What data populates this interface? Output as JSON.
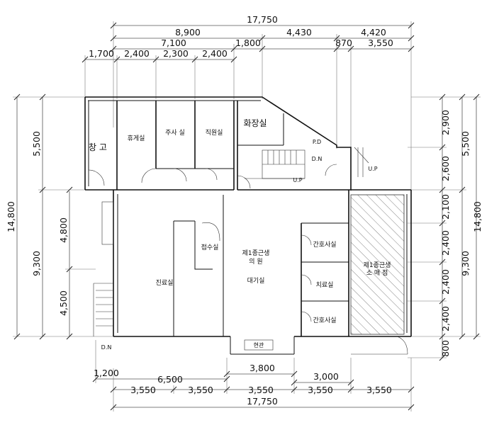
{
  "top_dimensions": {
    "row1": [
      "17,750"
    ],
    "row2": [
      "8,900",
      "4,430",
      "4,420"
    ],
    "row3": [
      "7,100",
      "1,800",
      "870",
      "3,550"
    ],
    "row4": [
      "1,700",
      "2,400",
      "2,300",
      "2,400"
    ]
  },
  "bottom_dimensions": {
    "row1": [
      "1,200",
      "6,500"
    ],
    "row2": [
      "3,800",
      "3,000"
    ],
    "row3": [
      "3,550",
      "3,550",
      "3,550",
      "3,550",
      "3,550"
    ],
    "row4": [
      "17,750"
    ]
  },
  "left_dimensions": {
    "outer": [
      "14,800"
    ],
    "mid": [
      "5,500",
      "9,300"
    ],
    "inner": [
      "4,800",
      "4,500"
    ]
  },
  "right_dimensions": {
    "inner": [
      "2,900",
      "2,600",
      "2,100",
      "2,400",
      "2,400",
      "2,400",
      "800"
    ],
    "mid": [
      "5,500",
      "9,300"
    ],
    "outer": [
      "14,800"
    ]
  },
  "rooms": {
    "storage": "창 고",
    "lounge": "휴게실",
    "injection": "주사 실",
    "staff": "직원실",
    "restroom": "화장실",
    "pd": "P.D",
    "dn": "D.N",
    "up": "U.P",
    "up_outside": "U.P",
    "reception": "접수실",
    "clinic_line1": "제1종근생",
    "clinic_line2": "의      원",
    "exam": "진료실",
    "waiting": "대기실",
    "nurse1": "간호사실",
    "treatment": "치료실",
    "nurse2": "간호사실",
    "retail_line1": "제1종근생",
    "retail_line2": "소 매 점",
    "dn_outside": "D.N",
    "entrance": "현관"
  }
}
